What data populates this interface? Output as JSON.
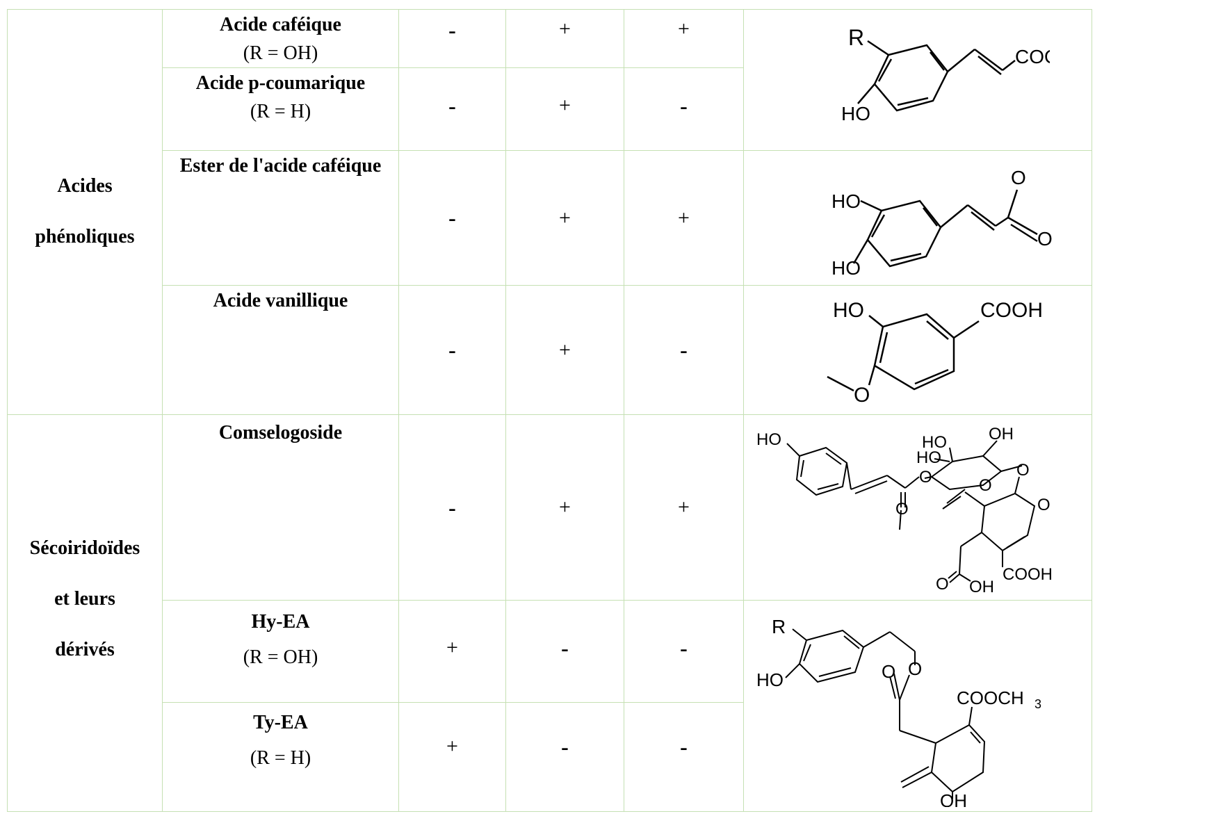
{
  "groups": [
    {
      "name": "Acides phénoliques",
      "name_lines": [
        "Acides",
        "phénoliques"
      ],
      "rows": [
        {
          "name": "Acide caféique",
          "sub": "(R = OH)",
          "c1": "-",
          "c2": "+",
          "c3": "+"
        },
        {
          "name": "Acide p-coumarique",
          "sub": "(R = H)",
          "c1": "-",
          "c2": "+",
          "c3": "-"
        },
        {
          "name": "Ester de l'acide caféique",
          "sub": "",
          "c1": "-",
          "c2": "+",
          "c3": "+"
        },
        {
          "name": "Acide vanillique",
          "sub": "",
          "c1": "-",
          "c2": "+",
          "c3": "-"
        }
      ]
    },
    {
      "name": "Sécoiridoïdes et leurs dérivés",
      "name_lines": [
        "Sécoiridoïdes",
        "et leurs",
        "dérivés"
      ],
      "rows": [
        {
          "name": "Comselogoside",
          "sub": "",
          "c1": "-",
          "c2": "+",
          "c3": "+"
        },
        {
          "name": "Hy-EA",
          "sub": "(R = OH)",
          "c1": "+",
          "c2": "-",
          "c3": "-"
        },
        {
          "name": "Ty-EA",
          "sub": "(R = H)",
          "c1": "+",
          "c2": "-",
          "c3": "-"
        }
      ]
    }
  ],
  "structures": {
    "s1": {
      "r": "R",
      "cooh": "COOH",
      "ho": "HO"
    },
    "s2": {
      "ho1": "HO",
      "ho2": "HO",
      "o1": "O",
      "o2": "O"
    },
    "s3": {
      "ho": "HO",
      "cooh": "COOH",
      "o": "O"
    },
    "s4": {
      "ho": "HO",
      "ho2": "HO",
      "oh1": "OH",
      "ho3": "HO",
      "o1": "O",
      "o2": "O",
      "o3": "O",
      "o4": "O",
      "o5": "O",
      "o6": "O",
      "oh2": "OH",
      "cooh": "COOH"
    },
    "s5": {
      "r": "R",
      "ho": "HO",
      "o1": "O",
      "o2": "O",
      "cooch3": "COOCH",
      "sub3": "3",
      "oh": "OH"
    }
  }
}
